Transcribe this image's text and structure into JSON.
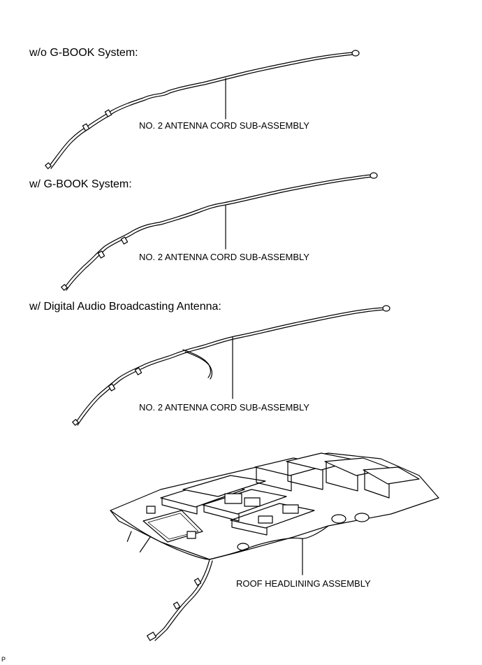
{
  "sections": [
    {
      "heading": "w/o G-BOOK System:",
      "callout": "NO. 2 ANTENNA CORD SUB-ASSEMBLY"
    },
    {
      "heading": "w/ G-BOOK System:",
      "callout": "NO. 2 ANTENNA CORD SUB-ASSEMBLY"
    },
    {
      "heading": "w/ Digital Audio Broadcasting Antenna:",
      "callout": "NO. 2 ANTENNA CORD SUB-ASSEMBLY"
    }
  ],
  "headlining": {
    "callout": "ROOF HEADLINING ASSEMBLY"
  },
  "corner_code": "P"
}
